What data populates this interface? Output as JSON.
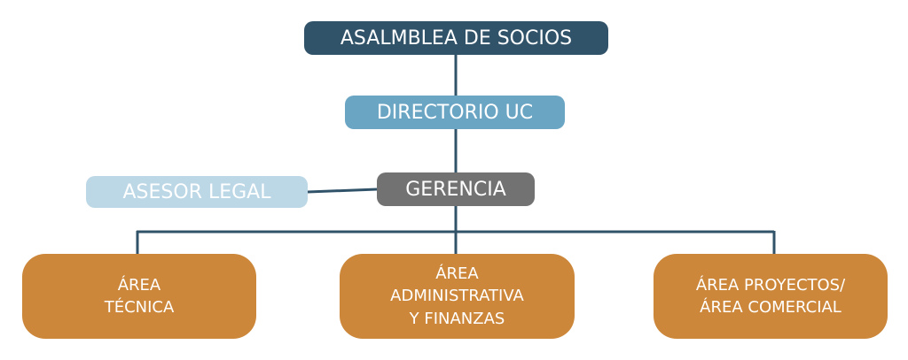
{
  "orgchart": {
    "top": "ASALMBLEA DE SOCIOS",
    "board": "DIRECTORIO UC",
    "management": "GERENCIA",
    "advisor": "ASESOR LEGAL",
    "areas": [
      {
        "line1": "ÁREA",
        "line2": "TÉCNICA",
        "line3": ""
      },
      {
        "line1": "ÁREA",
        "line2": "ADMINISTRATIVA",
        "line3": "Y FINANZAS"
      },
      {
        "line1": "ÁREA PROYECTOS/",
        "line2": "ÁREA COMERCIAL",
        "line3": ""
      }
    ]
  },
  "colors": {
    "top": "#31536a",
    "board": "#6ba5c4",
    "management": "#727272",
    "advisor": "#bcd7e6",
    "areas": "#cc873a",
    "connector": "#31536a"
  }
}
